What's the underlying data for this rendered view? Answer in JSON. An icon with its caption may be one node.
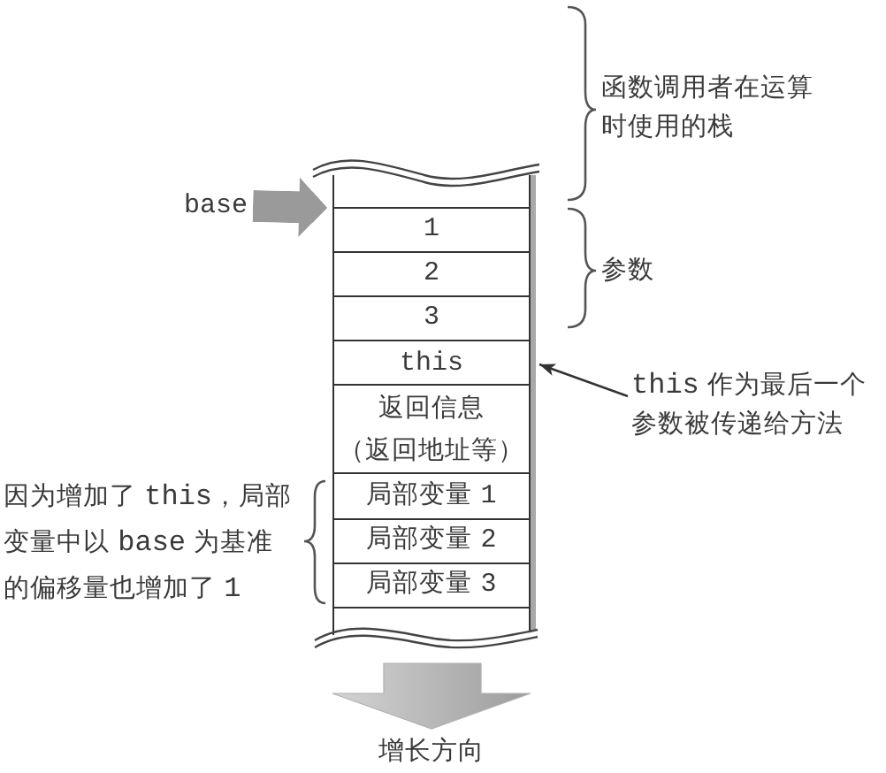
{
  "diagram": {
    "nodes": [
      {
        "text": [
          "base"
        ]
      },
      {
        "text": [],
        "shape": "box"
      },
      {
        "text": [
          "1"
        ]
      },
      {
        "text": [
          "2"
        ]
      },
      {
        "text": [
          "3"
        ]
      },
      {
        "text": [
          "this"
        ]
      },
      {
        "text": [
          "this 作为最后一个参数被传递给方法"
        ]
      },
      {
        "text": [
          "返回信息",
          "（返回地址等）"
        ]
      },
      {
        "text": [
          "局部变量 1"
        ]
      },
      {
        "text": [
          "局部变量 2"
        ]
      },
      {
        "text": [
          "局部变量 3"
        ]
      },
      {
        "text": [],
        "shape": "box"
      }
    ],
    "edges": [
      {
        "from": 0,
        "to": 2,
        "arrow": "to",
        "style": "thick",
        "color": "#9a9a9a"
      },
      {
        "from": 6,
        "to": 5,
        "arrow": "to",
        "color": "#333333"
      }
    ],
    "labels": [
      "函数调用者在运算时使用的栈",
      "参数",
      "因为增加了 this，局部变量中以 base 为基准的偏移量也增加了 1",
      "增长方向"
    ]
  }
}
